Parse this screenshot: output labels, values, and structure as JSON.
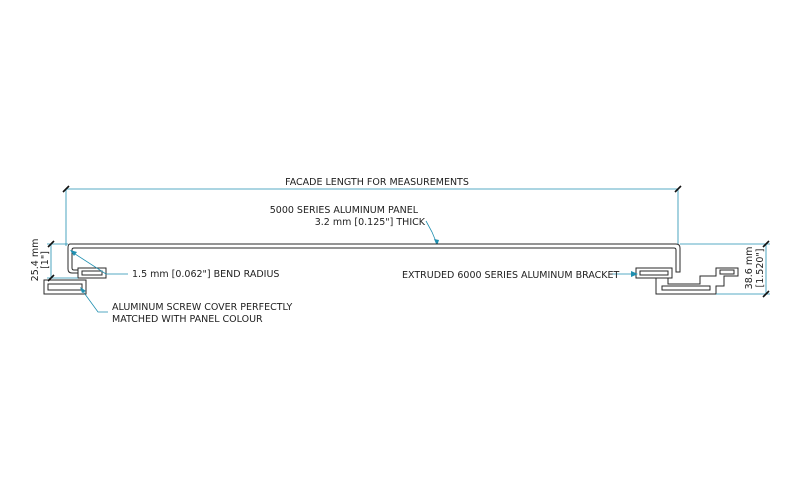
{
  "labels": {
    "facade_length": "FACADE LENGTH FOR MEASUREMENTS",
    "panel_line1": "5000 SERIES ALUMINUM PANEL",
    "panel_line2": "3.2 mm [0.125\"] THICK",
    "bend_radius": "1.5 mm [0.062\"] BEND RADIUS",
    "bracket": "EXTRUDED 6000 SERIES ALUMINUM BRACKET",
    "screw_cover_line1": "ALUMINUM SCREW COVER PERFECTLY",
    "screw_cover_line2": "MATCHED WITH PANEL COLOUR",
    "left_dim_mm": "25.4 mm",
    "left_dim_in": "[1\"]",
    "right_dim_mm": "38.6 mm",
    "right_dim_in": "[1.520\"]"
  },
  "colors": {
    "dimension_line": "#1f8fb0",
    "outline": "#2a2a2a",
    "text": "#222222"
  }
}
